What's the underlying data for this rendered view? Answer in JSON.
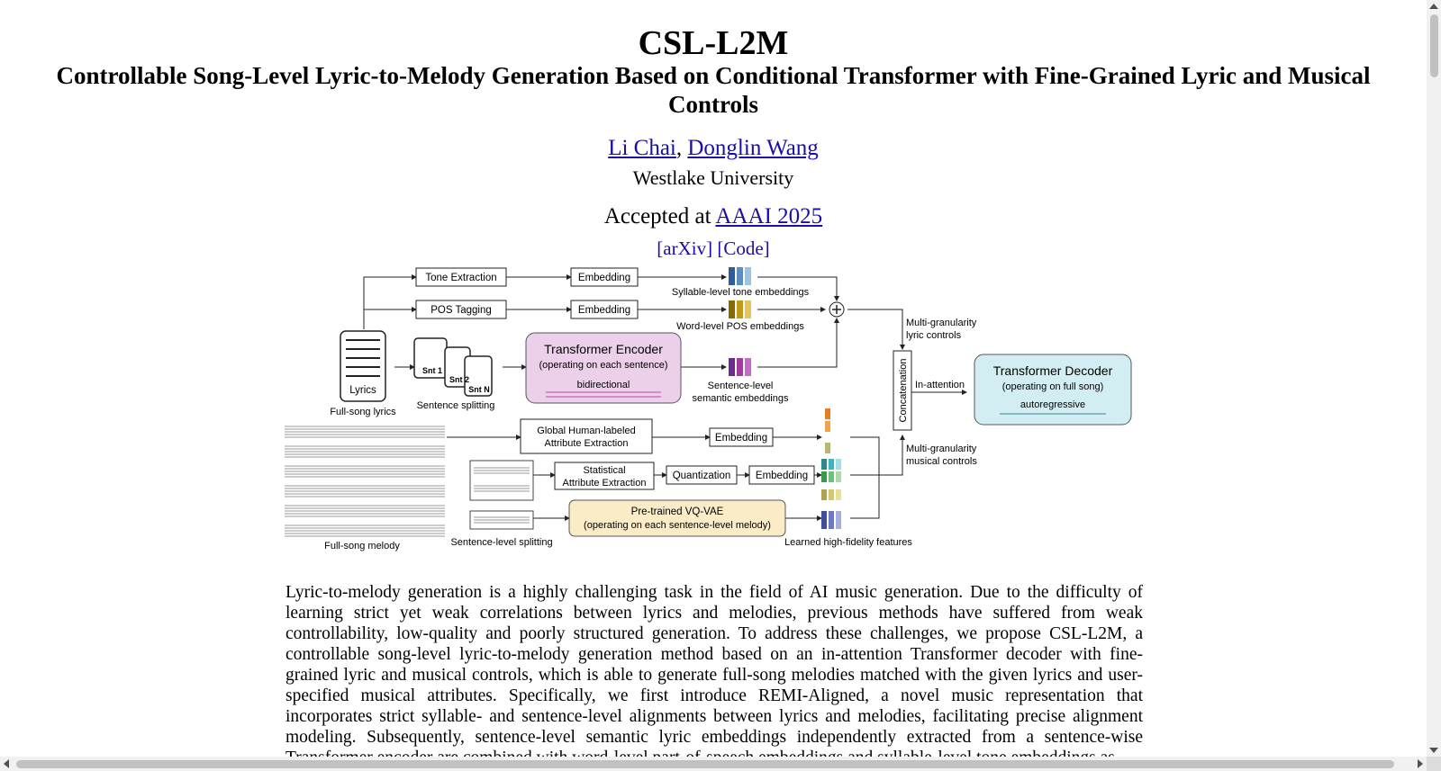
{
  "title": "CSL-L2M",
  "subtitle": "Controllable Song-Level Lyric-to-Melody Generation Based on Conditional Transformer with Fine-Grained Lyric and Musical Controls",
  "authors": [
    {
      "name": "Li Chai"
    },
    {
      "name": "Donglin Wang"
    }
  ],
  "author_separator": ",",
  "affiliation": "Westlake University",
  "venue": {
    "prefix": "Accepted at",
    "link": "AAAI 2025"
  },
  "links": {
    "arxiv": "[arXiv]",
    "code": "[Code]"
  },
  "figure": {
    "tone_extraction": "Tone Extraction",
    "pos_tagging": "POS Tagging",
    "embedding": "Embedding",
    "syllable_tone_emb": "Syllable-level tone embeddings",
    "word_pos_emb": "Word-level POS embeddings",
    "lyrics": "Lyrics",
    "full_song_lyrics": "Full-song lyrics",
    "snt1": "Snt 1",
    "snt2": "Snt 2",
    "sntn": "Snt N",
    "sentence_splitting": "Sentence splitting",
    "encoder_title": "Transformer Encoder",
    "encoder_sub": "(operating on each sentence)",
    "encoder_dir": "bidirectional",
    "sentence_sem_1": "Sentence-level",
    "sentence_sem_2": "semantic embeddings",
    "multi_lyric_1": "Multi-granularity",
    "multi_lyric_2": "lyric controls",
    "concatenation": "Concatenation",
    "in_attention": "In-attention",
    "decoder_title": "Transformer Decoder",
    "decoder_sub": "(operating on full song)",
    "decoder_dir": "autoregressive",
    "global_attr_1": "Global Human-labeled",
    "global_attr_2": "Attribute Extraction",
    "stat_attr_1": "Statistical",
    "stat_attr_2": "Attribute Extraction",
    "quantization": "Quantization",
    "multi_music_1": "Multi-granularity",
    "multi_music_2": "musical controls",
    "vqvae_1": "Pre-trained VQ-VAE",
    "vqvae_2": "(operating on each sentence-level melody)",
    "full_song_melody": "Full-song melody",
    "sentence_level_splitting": "Sentence-level splitting",
    "learned_features": "Learned high-fidelity features"
  },
  "abstract": "Lyric-to-melody generation is a highly challenging task in the field of AI music generation. Due to the difficulty of learning strict yet weak correlations between lyrics and melodies, previous methods have suffered from weak controllability, low-quality and poorly structured generation. To address these challenges, we propose CSL-L2M, a controllable song-level lyric-to-melody generation method based on an in-attention Transformer decoder with fine-grained lyric and musical controls, which is able to generate full-song melodies matched with the given lyrics and user-specified musical attributes. Specifically, we first introduce REMI-Aligned, a novel music representation that incorporates strict syllable- and sentence-level alignments between lyrics and melodies, facilitating precise alignment modeling. Subsequently, sentence-level semantic lyric embeddings independently extracted from a sentence-wise Transformer encoder are combined with word-level part-of-speech embeddings and syllable-level tone embeddings as",
  "colors": {
    "link": "#1a0dab",
    "encoder_fill": "#ecd0ea",
    "decoder_fill": "#d3eef2",
    "vqvae_fill": "#fbecc8"
  }
}
